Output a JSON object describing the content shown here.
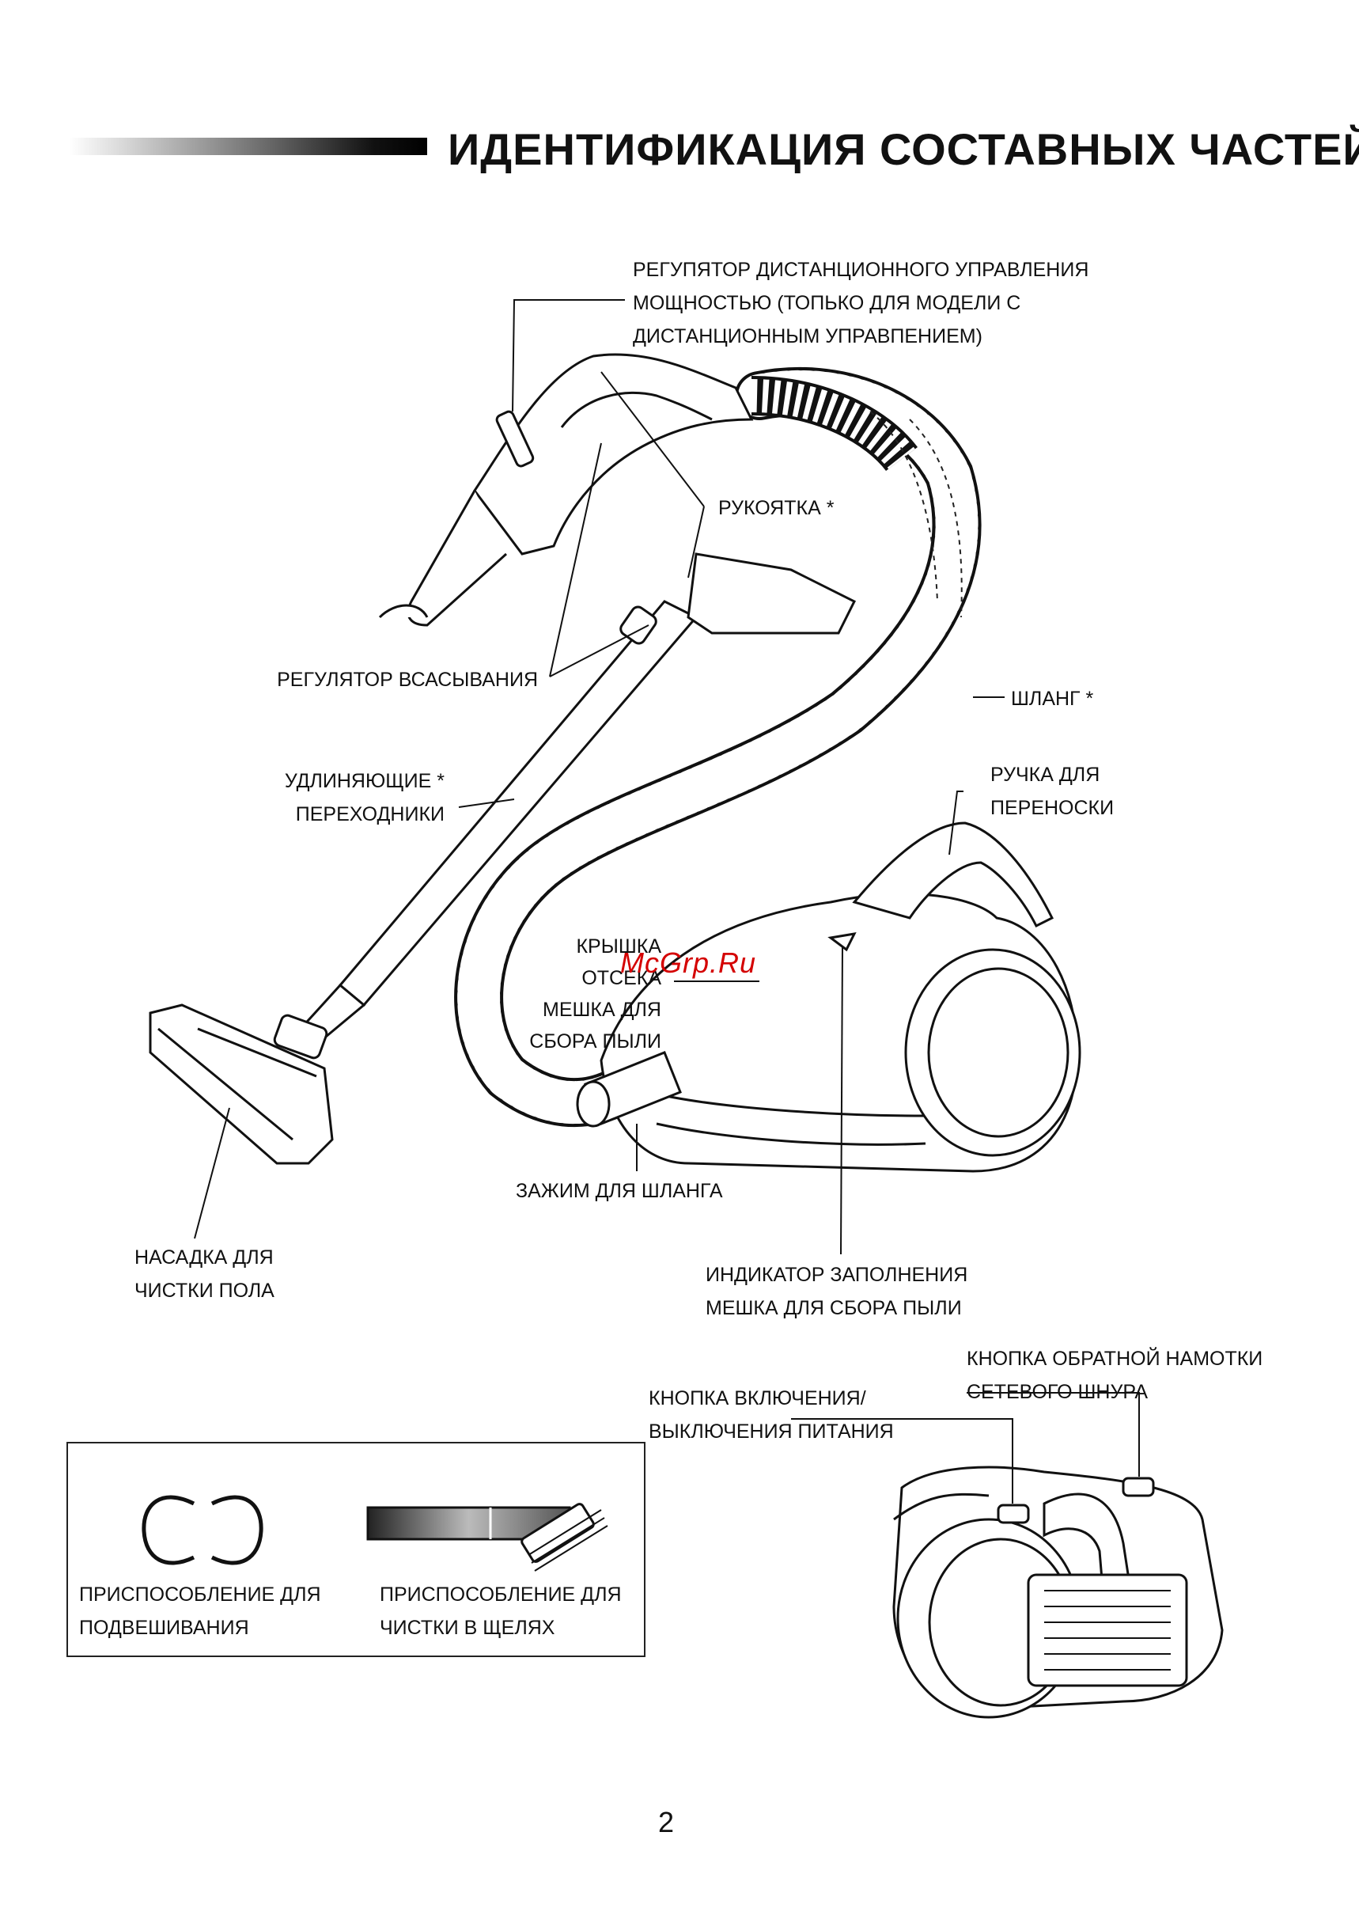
{
  "title": "ИДЕНТИФИКАЦИЯ СОСТАВНЫХ ЧАСТЕЙ",
  "watermark": "McGrp.Ru",
  "page_number": "2",
  "labels": {
    "remote": [
      "РЕГУПЯТОР ДИСТАНЦИОННОГО УПРАВЛЕНИЯ",
      "МОЩНОСТЬЮ (ТОПЬКО ДЛЯ МОДЕЛИ С",
      "ДИСТАНЦИОННЫМ УПРАВПЕНИЕМ)"
    ],
    "handle": "РУКОЯТКА *",
    "suction": "РЕГУЛЯТОР ВСАСЫВАНИЯ",
    "hose": "ШЛАНГ *",
    "extension": [
      "УДЛИНЯЮЩИЕ  *",
      "ПЕРЕХОДНИКИ"
    ],
    "carry": [
      "РУЧКА ДЛЯ",
      "ПЕРЕНОСКИ"
    ],
    "cover": [
      "КРЫШКА",
      "ОТСЕКА",
      "МЕШКА ДЛЯ",
      "СБОРА ПЫЛИ"
    ],
    "clamp": "ЗАЖИМ ДЛЯ ШЛАНГА",
    "nozzle": [
      "НАСАДКА ДЛЯ",
      "ЧИСТКИ ПОЛА"
    ],
    "indicator": [
      "ИНДИКАТОР ЗАПОЛНЕНИЯ",
      "МЕШКА ДЛЯ СБОРА ПЫЛИ"
    ],
    "cord_rewind": [
      "КНОПКА ОБРАТНОЙ НАМОТКИ",
      "СЕТЕВОГО ШНУРА"
    ],
    "power": [
      "КНОПКА ВКЛЮЧЕНИЯ/",
      "ВЫКЛЮЧЕНИЯ ПИТАНИЯ"
    ]
  },
  "accessories": [
    {
      "label": [
        "ПРИСПОСОБЛЕНИЕ ДЛЯ",
        "ПОДВЕШИВАНИЯ"
      ],
      "icon": "hanger-clip-icon"
    },
    {
      "label": [
        "ПРИСПОСОБЛЕНИЕ ДЛЯ",
        "ЧИСТКИ В ЩЕЛЯХ"
      ],
      "icon": "crevice-brush-icon"
    }
  ]
}
